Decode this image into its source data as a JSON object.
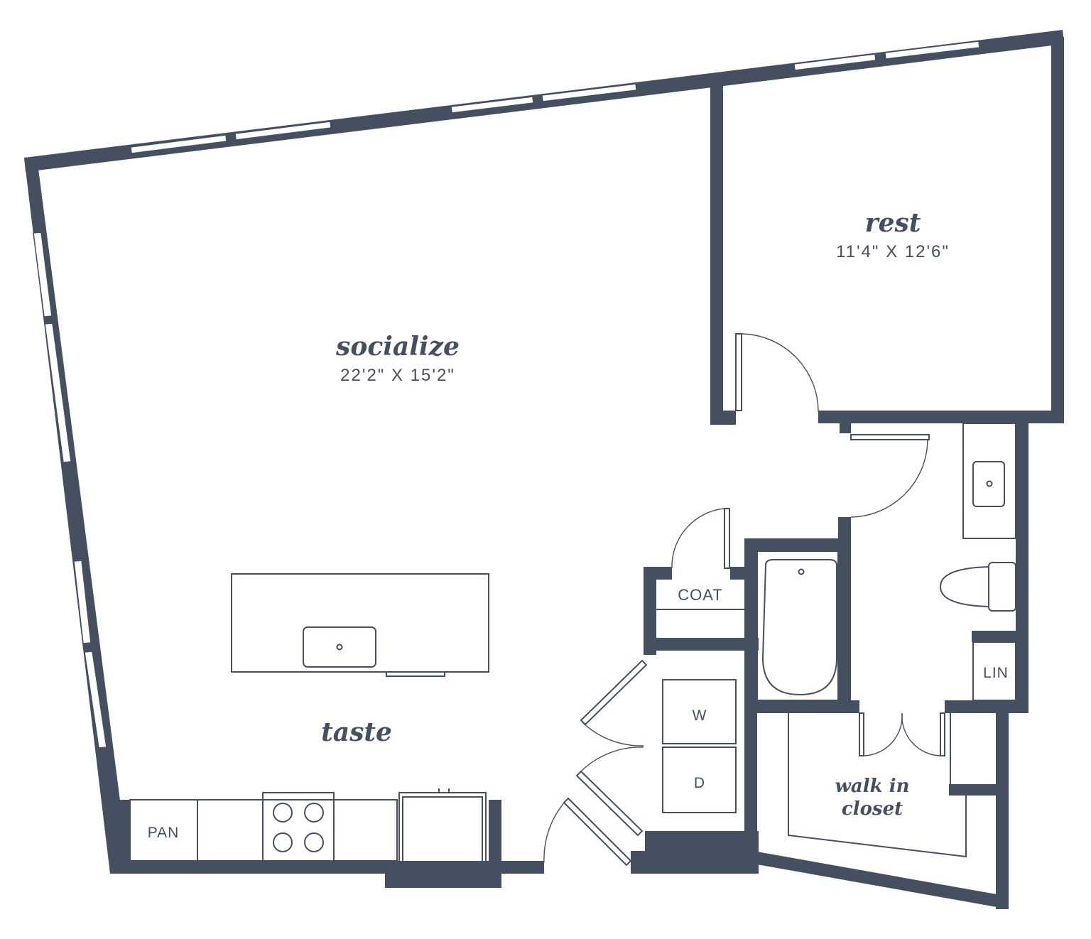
{
  "colors": {
    "wall": "#44505f",
    "background": "#ffffff"
  },
  "rooms": {
    "socialize": {
      "name": "socialize",
      "dimensions": "22'2\" X 15'2\""
    },
    "rest": {
      "name": "rest",
      "dimensions": "11'4\" X 12'6\""
    },
    "taste": {
      "name": "taste"
    },
    "walk_in_closet": {
      "line1": "walk in",
      "line2": "closet"
    }
  },
  "fixtures": {
    "coat": "COAT",
    "linen": "LIN",
    "pantry": "PAN",
    "washer": "W",
    "dryer": "D"
  }
}
